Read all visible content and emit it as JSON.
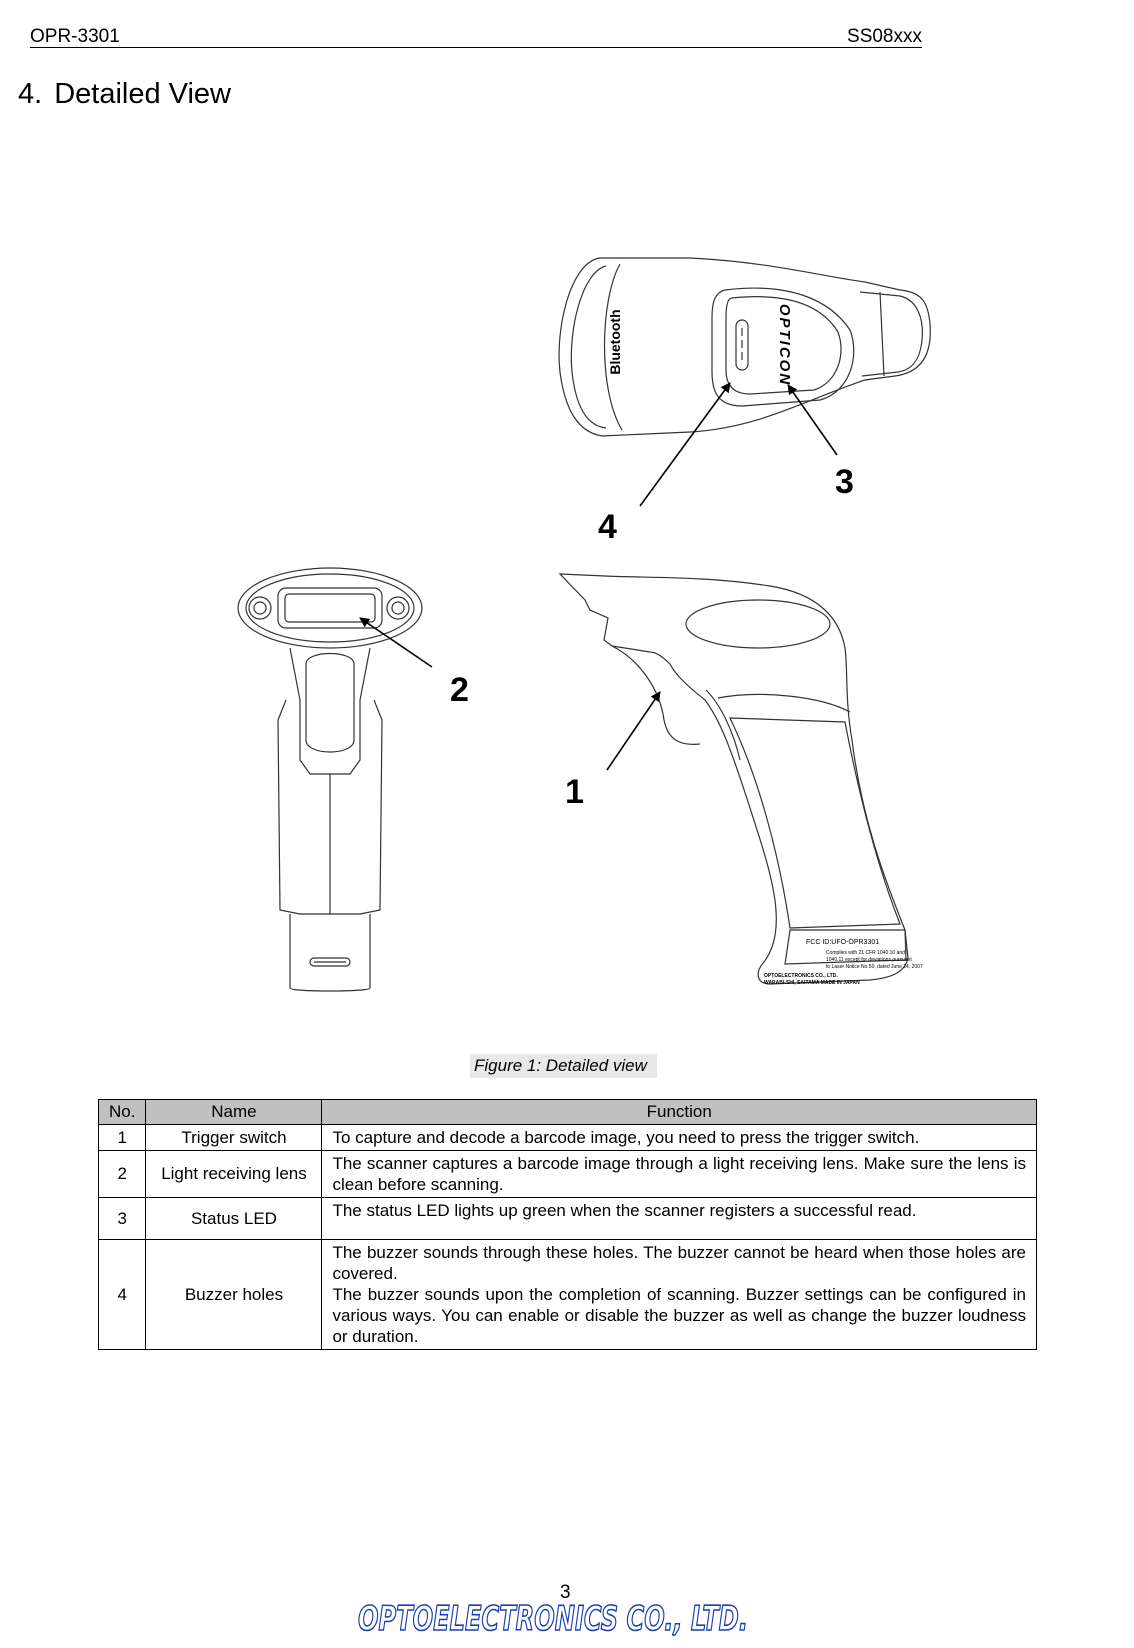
{
  "header": {
    "doc_id": "OPR-3301",
    "doc_code": "SS08xxx"
  },
  "section": {
    "number": "4.",
    "title": "Detailed View"
  },
  "figure": {
    "callouts": [
      "1",
      "2",
      "3",
      "4"
    ],
    "caption": "Figure 1: Detailed view"
  },
  "device_label": {
    "brand": "OPTICON",
    "bluetooth": "Bluetooth",
    "fcc_id": "FCC ID:UFO-OPR3301",
    "line1": "Complies with 21 CFR 1040.10 and",
    "line2": "1040.11 except for deviations pursuant",
    "line3": "to Laser Notice No.50, dated June 24, 2007",
    "line4": "OPTOELECTRONICS CO., LTD.",
    "line5": "WARABI-SHI, SAITAMA  MADE IN JAPAN"
  },
  "table": {
    "headers": {
      "no": "No.",
      "name": "Name",
      "function": "Function"
    },
    "rows": [
      {
        "no": "1",
        "name": "Trigger switch",
        "function": [
          "To capture and decode a barcode image, you need to press the trigger switch."
        ]
      },
      {
        "no": "2",
        "name": "Light receiving lens",
        "function": [
          "The scanner captures a barcode image through a light receiving lens. Make sure the lens is clean before scanning."
        ]
      },
      {
        "no": "3",
        "name": "Status LED",
        "function": [
          "The status LED lights up green when the scanner registers a successful read."
        ]
      },
      {
        "no": "4",
        "name": "Buzzer holes",
        "function": [
          "The buzzer sounds through these holes. The buzzer cannot be heard when those holes are covered.",
          "The buzzer sounds upon the completion of scanning. Buzzer settings can be configured in various ways. You can enable or disable the buzzer as well as change the buzzer loudness or duration."
        ]
      }
    ]
  },
  "footer": {
    "page_number": "3",
    "logo_text": "OPTOELECTRONICS CO., LTD.",
    "logo_color": "#1a3fb0"
  }
}
